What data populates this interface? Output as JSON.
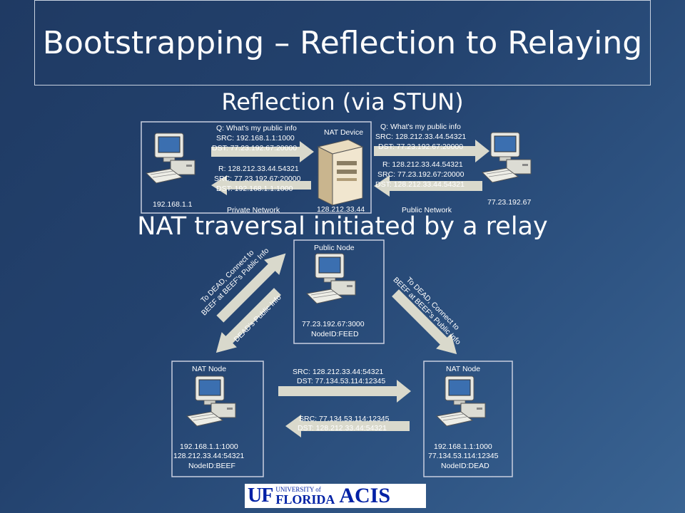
{
  "title": "Bootstrapping – Reflection to Relaying",
  "reflection": {
    "heading": "Reflection (via STUN)",
    "nat_device_label": "NAT Device",
    "nat_device_ip": "128.212.33.44",
    "private_host_ip": "192.168.1.1",
    "public_host_ip": "77.23.192.67",
    "private_network_label": "Private Network",
    "public_network_label": "Public Network",
    "left_query": [
      "Q: What's my public info",
      "SRC:  192.168.1.1:1000",
      "DST: 77.23.192.67:20000"
    ],
    "left_reply": [
      "R: 128.212.33.44.54321",
      "SRC: 77.23.192.67:20000",
      "DST:  192.168.1.1:1000"
    ],
    "right_query": [
      "Q: What's my public info",
      "SRC:  128.212.33.44.54321",
      "DST: 77.23.192.67:20000"
    ],
    "right_reply": [
      "R: 128.212.33.44.54321",
      "SRC: 77.23.192.67:20000",
      "DST:  128.212.33.44.54321"
    ]
  },
  "relay": {
    "heading": "NAT traversal initiated by a relay",
    "public_node": {
      "title": "Public Node",
      "lines": [
        "77.23.192.67:3000",
        "NodeID:FEED"
      ]
    },
    "left_node": {
      "title": "NAT Node",
      "lines": [
        "192.168.1.1:1000",
        "128.212.33.44:54321",
        "NodeID:BEEF"
      ]
    },
    "right_node": {
      "title": "NAT Node",
      "lines": [
        "192.168.1.1:1000",
        "77.134.53.114:12345",
        "NodeID:DEAD"
      ]
    },
    "left_up_arrow": [
      "To DEAD, Connect to",
      "BEEF at BEEF's Public Info"
    ],
    "left_down_arrow": [
      "DEAD's Public Info"
    ],
    "right_down_arrow": [
      "To DEAD, Connect to",
      "BEEF at BEEF's Public Info"
    ],
    "mid_right_arrow": [
      "SRC:  128.212.33.44:54321",
      "DST: 77.134.53.114:12345"
    ],
    "mid_left_arrow": [
      "SRC:  77.134.53.114:12345",
      "DST: 128.212.33.44:54321"
    ]
  },
  "logo": {
    "uf": "UF",
    "university": "UNIVERSITY of",
    "florida": "FLORIDA",
    "acis": "ACIS"
  },
  "colors": {
    "arrow": "#d9d9cc",
    "box_border": "#c9cfe0",
    "logo_blue": "#0021a5"
  }
}
